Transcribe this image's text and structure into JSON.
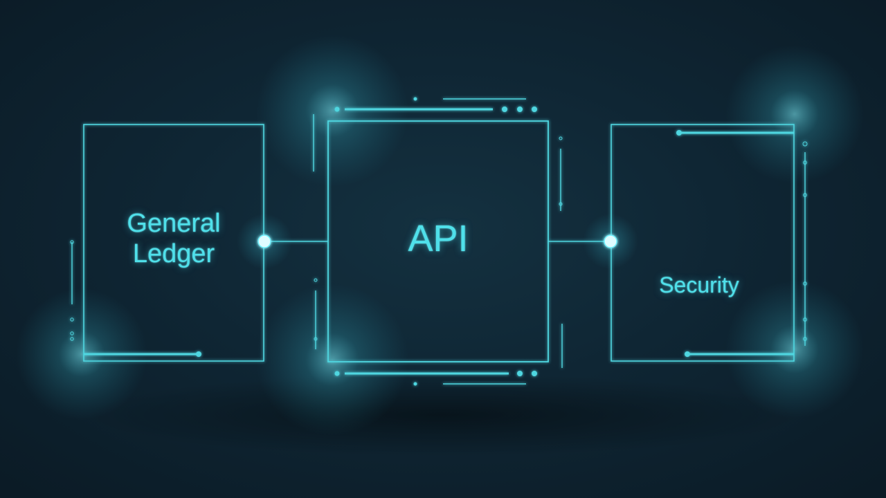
{
  "diagram": {
    "nodes": [
      {
        "id": "ledger",
        "label": "General\nLedger"
      },
      {
        "id": "api",
        "label": "API"
      },
      {
        "id": "security",
        "label": "Security"
      }
    ],
    "edges": [
      {
        "from": "ledger",
        "to": "api"
      },
      {
        "from": "api",
        "to": "security"
      }
    ]
  },
  "colors": {
    "background": "#0d1f2b",
    "line": "#4fd6e0",
    "text": "#4fe0ea",
    "glow": "#6ff2ff"
  }
}
